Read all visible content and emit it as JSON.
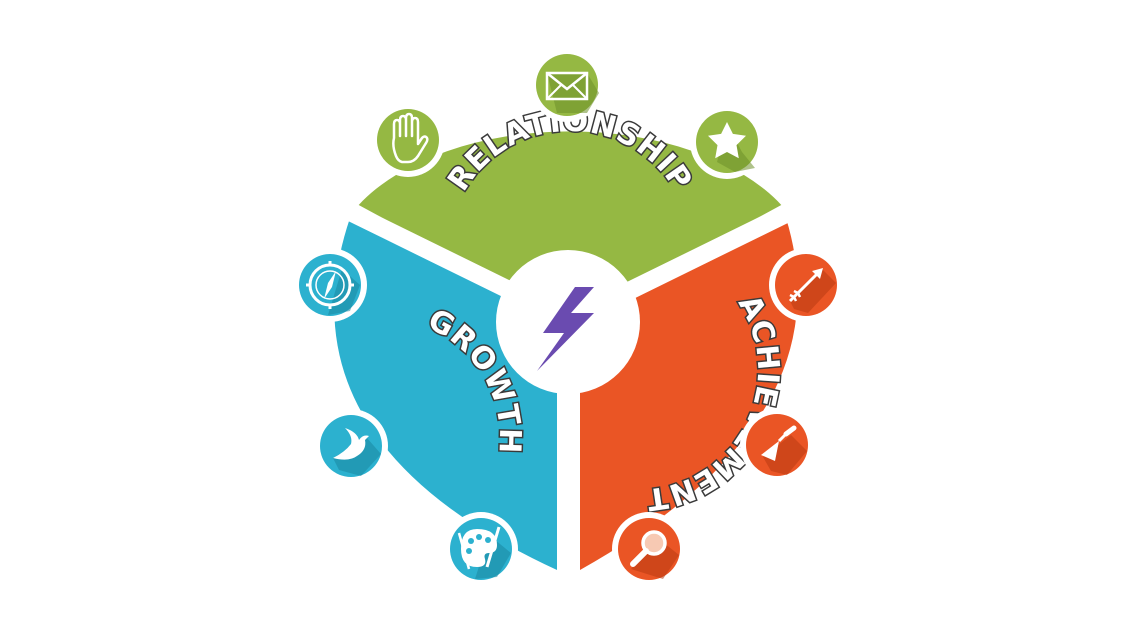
{
  "segments": [
    {
      "id": "relationship",
      "label": "RELATIONSHIP",
      "color": "#95b843",
      "dark": "#6e8f2a",
      "icons": [
        "hand-icon",
        "envelope-icon",
        "star-icon"
      ]
    },
    {
      "id": "achievement",
      "label": "ACHIEVEMENT",
      "color": "#ea5525",
      "dark": "#b83a12",
      "icons": [
        "arrow-icon",
        "trowel-icon",
        "magnifier-icon"
      ]
    },
    {
      "id": "growth",
      "label": "GROWTH",
      "color": "#2cb1cf",
      "dark": "#1b87a0",
      "icons": [
        "compass-icon",
        "bird-icon",
        "palette-icon"
      ]
    }
  ],
  "center": {
    "icon": "lightning-bolt-icon",
    "color": "#6a4bb0"
  }
}
